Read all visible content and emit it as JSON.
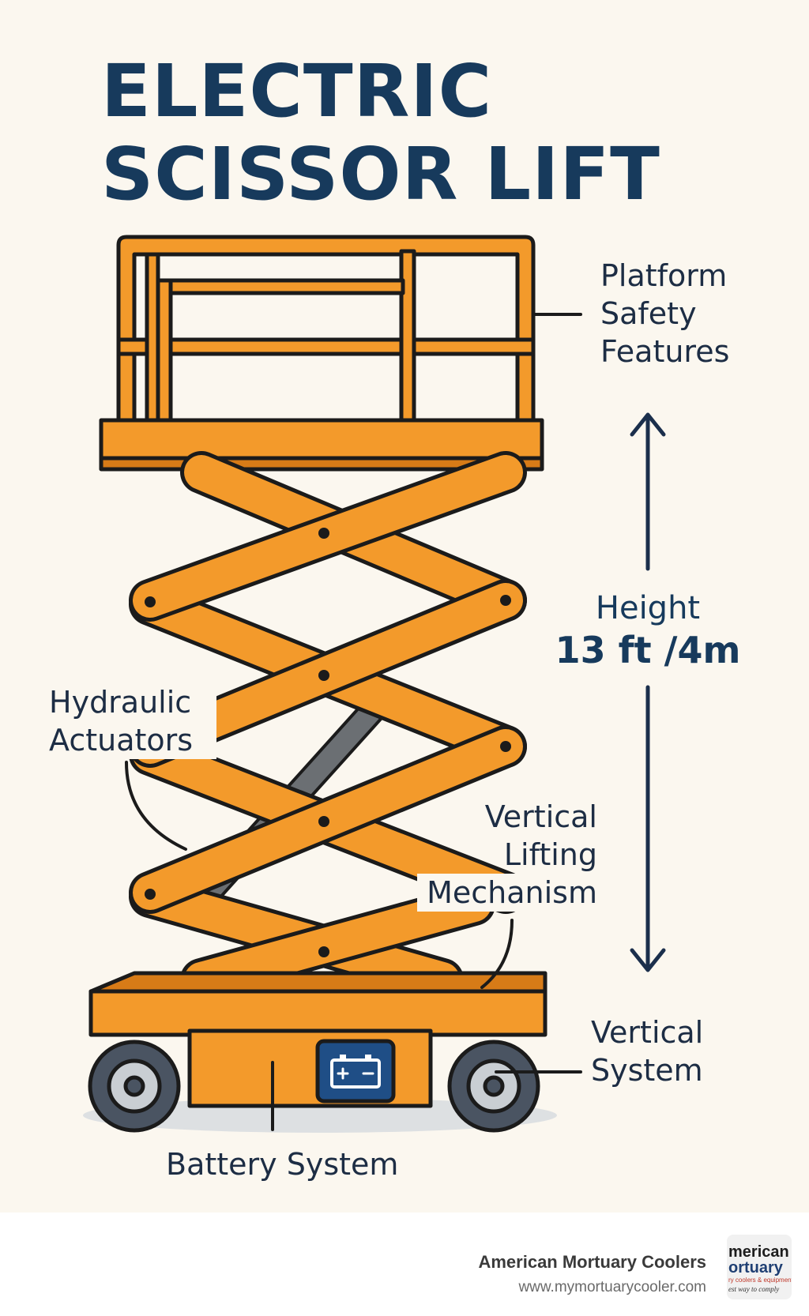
{
  "title": {
    "line1": "ELECTRIC",
    "line2": "SCISSOR LIFT"
  },
  "labels": {
    "platform": [
      "Platform",
      "Safety",
      "Features"
    ],
    "height": {
      "label": "Height",
      "value": "13 ft /4m"
    },
    "hydraulic": [
      "Hydraulic",
      "Actuators"
    ],
    "vertical_lifting": [
      "Vertical",
      "Lifting",
      "Mechanism"
    ],
    "vertical_system": [
      "Vertical",
      "System"
    ],
    "battery": "Battery System"
  },
  "footer": {
    "brand": "American Mortuary Coolers",
    "url": "www.mymortuarycooler.com",
    "logo_lines": [
      "merican",
      "ortuary",
      "ry coolers & equipment",
      "est way to comply"
    ]
  },
  "colors": {
    "background": "#fbf7ef",
    "title": "#173a5c",
    "orange": "#f39a2b",
    "orange_shade": "#d77b17",
    "outline": "#1b1b1b",
    "battery_badge": "#1f4e86",
    "wheel": "#4a5462",
    "hydraulic": "#6b6f73"
  },
  "icons": [
    "battery-icon",
    "arrow-up-icon",
    "arrow-down-icon"
  ]
}
